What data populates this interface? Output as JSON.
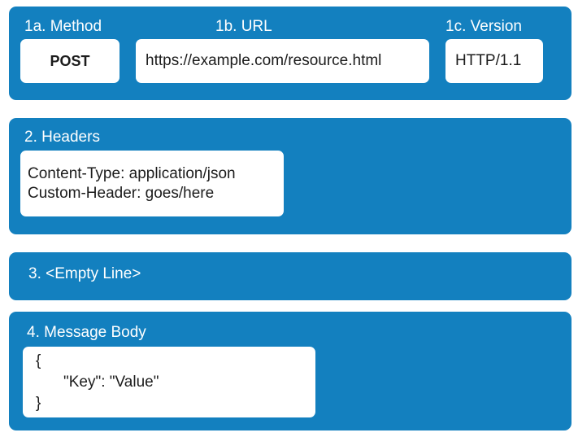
{
  "theme": {
    "panel_color": "#1380bf",
    "card_color": "#ffffff",
    "caption_color": "#ffffff",
    "card_text_color": "#1c1c1c",
    "page_background": "#ffffff"
  },
  "sections": {
    "request_line": {
      "method": {
        "caption": "1a. Method",
        "value": "POST"
      },
      "url": {
        "caption": "1b. URL",
        "value": "https://example.com/resource.html"
      },
      "version": {
        "caption": "1c. Version",
        "value": "HTTP/1.1"
      }
    },
    "headers": {
      "caption": "2. Headers",
      "lines": [
        "Content-Type: application/json",
        "Custom-Header: goes/here"
      ]
    },
    "empty_line": {
      "caption": "3. <Empty Line>"
    },
    "message_body": {
      "caption": "4. Message Body",
      "lines": [
        "{",
        "\"Key\": \"Value\"",
        "}"
      ]
    }
  }
}
